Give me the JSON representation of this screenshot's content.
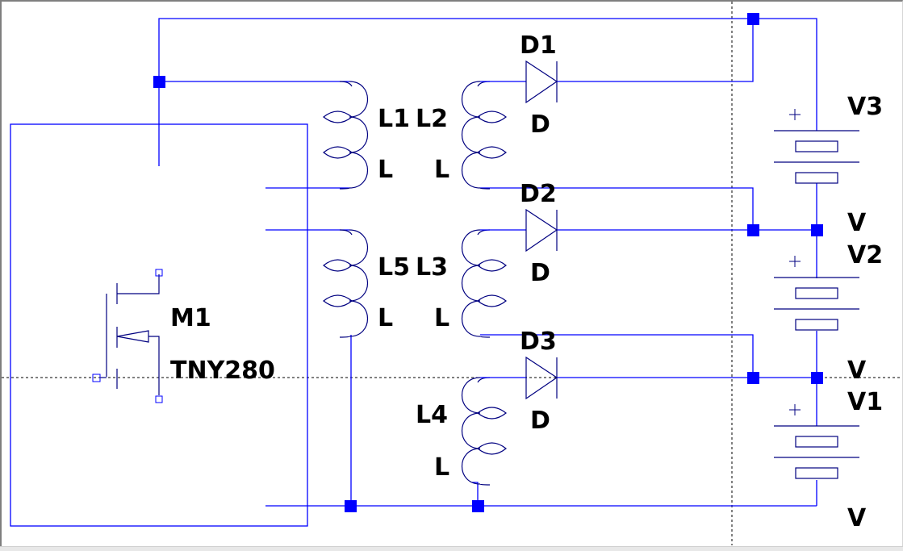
{
  "schematic": {
    "transformer_box": {
      "label": ""
    },
    "mosfet": {
      "name": "M1",
      "value": "TNY280"
    },
    "inductors": [
      {
        "name": "L1",
        "value": "L"
      },
      {
        "name": "L2",
        "value": "L"
      },
      {
        "name": "L5",
        "value": "L"
      },
      {
        "name": "L3",
        "value": "L"
      },
      {
        "name": "L4",
        "value": "L"
      }
    ],
    "diodes": [
      {
        "name": "D1",
        "value": "D"
      },
      {
        "name": "D2",
        "value": "D"
      },
      {
        "name": "D3",
        "value": "D"
      }
    ],
    "sources": [
      {
        "name": "V3",
        "value": "V"
      },
      {
        "name": "V2",
        "value": "V"
      },
      {
        "name": "V1",
        "value": "V"
      }
    ],
    "plus_sign": "+"
  },
  "colors": {
    "wire": "#0000ff",
    "component": "#000080",
    "junction": "#0000ff",
    "label": "#000000"
  }
}
